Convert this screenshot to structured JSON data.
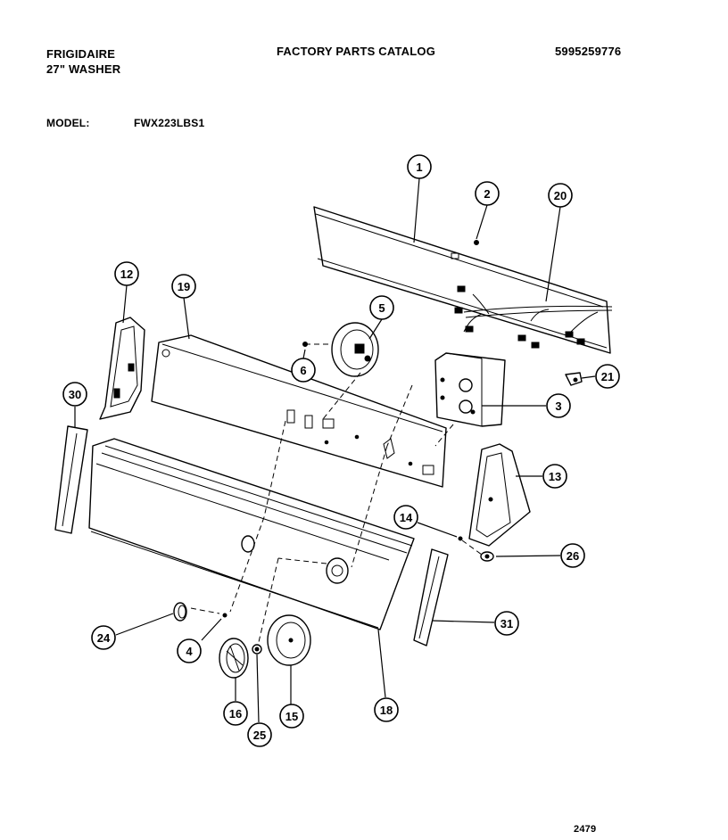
{
  "header": {
    "brand": "FRIGIDAIRE",
    "product": "27\" WASHER",
    "catalog_title": "FACTORY PARTS CATALOG",
    "publication_number": "5995259776",
    "model_label": "MODEL:",
    "model_value": "FWX223LBS1"
  },
  "callouts": [
    "1",
    "2",
    "20",
    "12",
    "19",
    "5",
    "6",
    "21",
    "3",
    "30",
    "13",
    "14",
    "26",
    "24",
    "4",
    "31",
    "16",
    "25",
    "15",
    "18"
  ],
  "footer": {
    "page_code": "2479"
  }
}
